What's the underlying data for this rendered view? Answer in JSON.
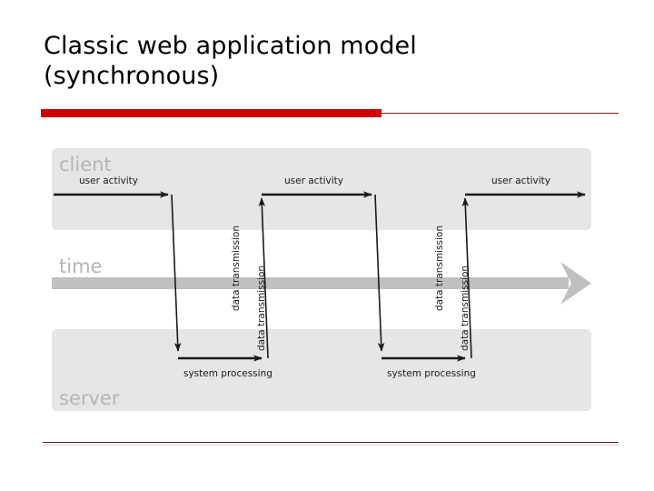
{
  "slide": {
    "title_lines": [
      "Classic web application model",
      "(synchronous)"
    ],
    "accent_color": "#cc0000",
    "rule_color": "#7a1f1f"
  },
  "diagram": {
    "lanes": [
      {
        "name": "client",
        "label": "client"
      },
      {
        "name": "time",
        "label": "time"
      },
      {
        "name": "server",
        "label": "server"
      }
    ],
    "band_color": "#e6e6e6",
    "time_arrow_color": "#c0c0c0",
    "stroke_color": "#1a1a1a",
    "user_activity_labels": [
      "user activity",
      "user activity",
      "user activity"
    ],
    "system_processing_labels": [
      "system processing",
      "system processing"
    ],
    "data_transmission_labels": [
      "data transmission",
      "data transmission",
      "data transmission",
      "data transmission"
    ]
  }
}
